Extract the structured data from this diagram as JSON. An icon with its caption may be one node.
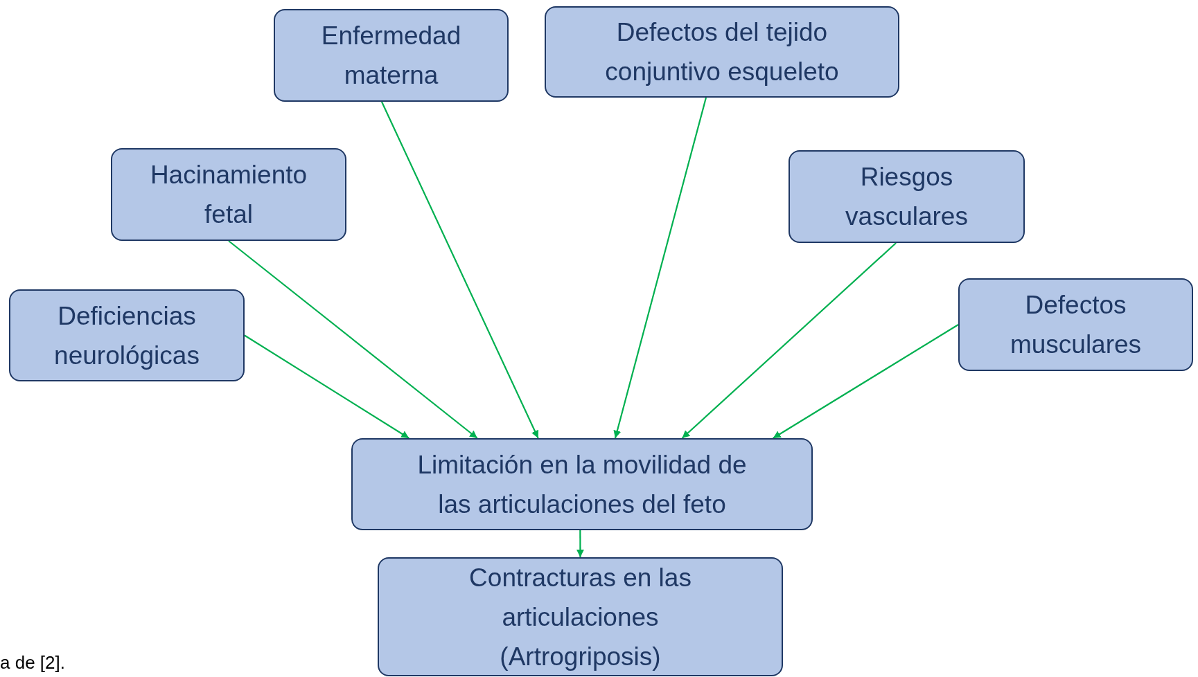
{
  "diagram": {
    "nodes": [
      {
        "text": [
          "Enfermedad materna"
        ]
      },
      {
        "text": [
          "Defectos del tejido conjuntivo esqueleto"
        ]
      },
      {
        "text": [
          "Hacinamiento fetal"
        ]
      },
      {
        "text": [
          "Riesgos vasculares"
        ]
      },
      {
        "text": [
          "Deficiencias neurológicas"
        ]
      },
      {
        "text": [
          "Defectos musculares"
        ]
      },
      {
        "text": [
          "Limitación en la movilidad de las articulaciones del feto"
        ]
      },
      {
        "text": [
          "Contracturas en las articulaciones (Artrogriposis)"
        ]
      }
    ],
    "edges": [
      {
        "from": 4,
        "to": 6,
        "arrow": "to"
      },
      {
        "from": 2,
        "to": 6,
        "arrow": "to"
      },
      {
        "from": 0,
        "to": 6,
        "arrow": "to"
      },
      {
        "from": 1,
        "to": 6,
        "arrow": "to"
      },
      {
        "from": 3,
        "to": 6,
        "arrow": "to"
      },
      {
        "from": 5,
        "to": 6,
        "arrow": "to"
      },
      {
        "from": 6,
        "to": 7,
        "arrow": "to"
      }
    ],
    "labels": [
      "a de [2]."
    ]
  }
}
